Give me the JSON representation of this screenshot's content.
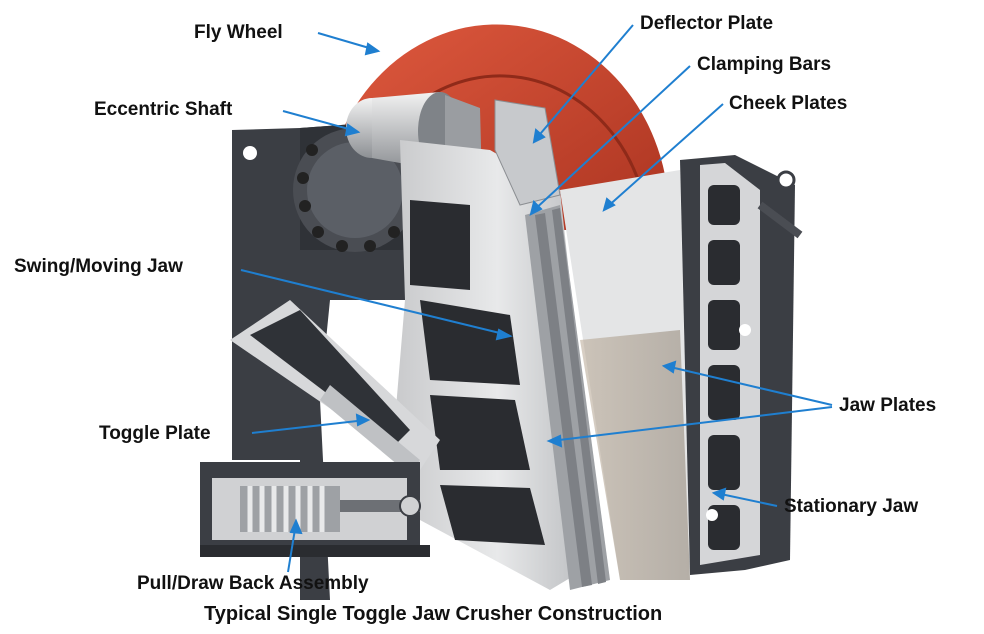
{
  "caption": "Typical Single Toggle Jaw Crusher Construction",
  "labels": {
    "fly_wheel": "Fly Wheel",
    "deflector_plate": "Deflector Plate",
    "clamping_bars": "Clamping Bars",
    "cheek_plates": "Cheek Plates",
    "eccentric_shaft": "Eccentric Shaft",
    "swing_moving_jaw": "Swing/Moving Jaw",
    "jaw_plates": "Jaw Plates",
    "toggle_plate": "Toggle Plate",
    "stationary_jaw": "Stationary Jaw",
    "pull_draw_back_assembly": "Pull/Draw Back Assembly"
  },
  "colors": {
    "leader_line": "#1f7fd0",
    "flywheel": "#c8432c",
    "frame_dark": "#3a3d42",
    "metal_light": "#d9dadb",
    "metal_mid": "#a9abae"
  }
}
